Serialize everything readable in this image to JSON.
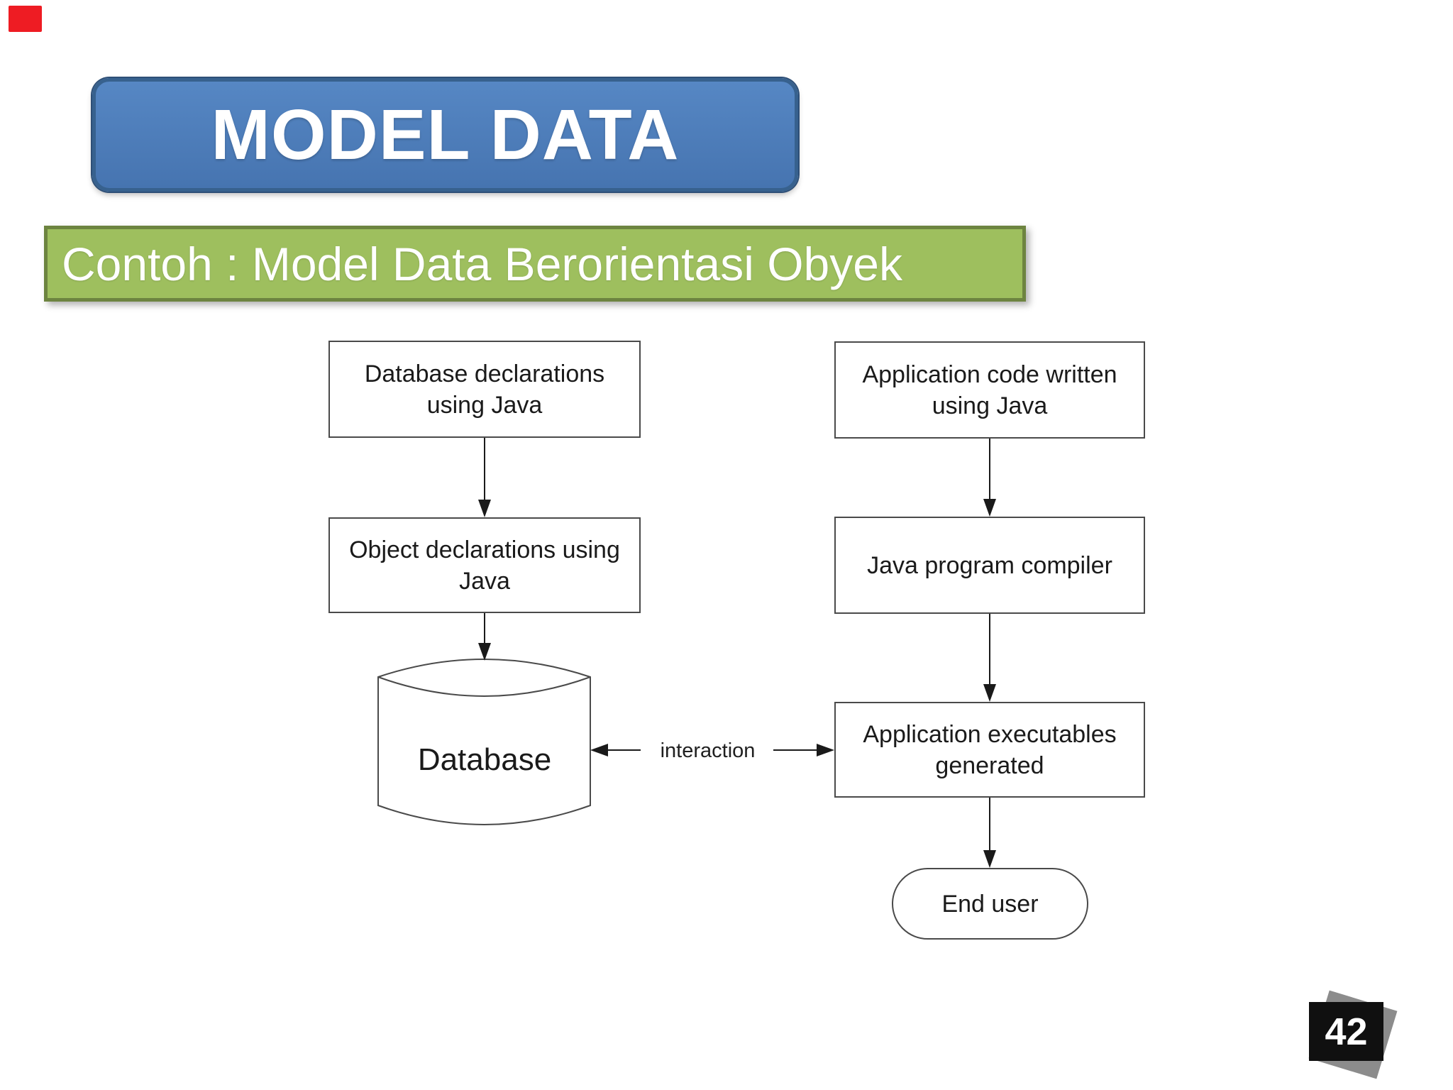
{
  "slide": {
    "title": "MODEL DATA",
    "subtitle": "Contoh : Model Data Berorientasi Obyek",
    "page_number": "42"
  },
  "colors": {
    "title_fill": "#4d7ebd",
    "title_border": "#37618e",
    "subtitle_fill": "#9ebf5e",
    "subtitle_border": "#6d8440",
    "node_border": "#4a4a4a",
    "arrow": "#1a1a1a",
    "badge_bg": "#101010",
    "badge_shadow": "#8c8c8c",
    "record_indicator": "#ee1c23"
  },
  "diagram": {
    "nodes": [
      {
        "id": "db-declarations",
        "shape": "rect",
        "label": "Database declarations using Java"
      },
      {
        "id": "object-declarations",
        "shape": "rect",
        "label": "Object declarations using Java"
      },
      {
        "id": "database",
        "shape": "cylinder",
        "label": "Database"
      },
      {
        "id": "app-code",
        "shape": "rect",
        "label": "Application code written using Java"
      },
      {
        "id": "java-compiler",
        "shape": "rect",
        "label": "Java program compiler"
      },
      {
        "id": "app-executables",
        "shape": "rect",
        "label": "Application executables generated"
      },
      {
        "id": "end-user",
        "shape": "stadium",
        "label": "End user"
      }
    ],
    "edges": [
      {
        "from": "db-declarations",
        "to": "object-declarations"
      },
      {
        "from": "object-declarations",
        "to": "database"
      },
      {
        "from": "app-code",
        "to": "java-compiler"
      },
      {
        "from": "java-compiler",
        "to": "app-executables"
      },
      {
        "from": "app-executables",
        "to": "end-user"
      },
      {
        "from": "database",
        "to": "app-executables",
        "label": "interaction",
        "bidirectional": true
      }
    ],
    "edge_label": "interaction"
  }
}
